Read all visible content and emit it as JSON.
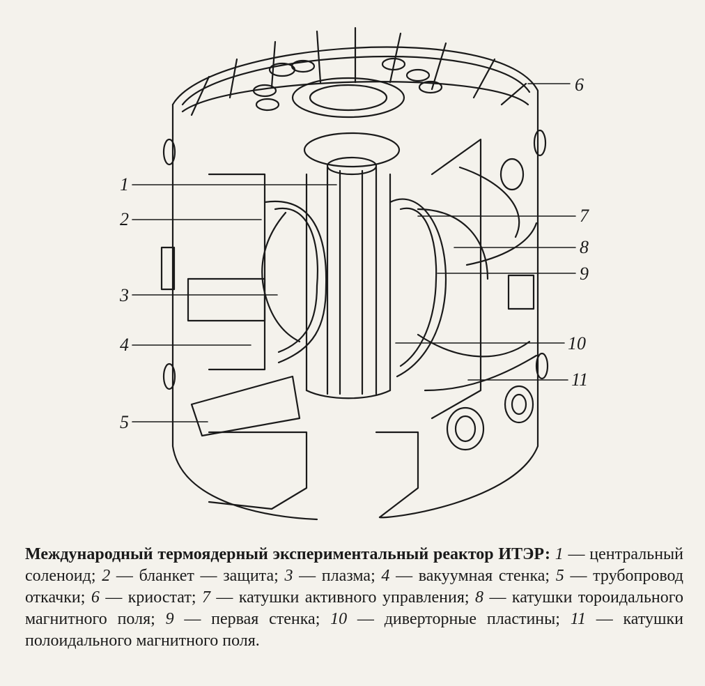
{
  "callouts": {
    "left": [
      "1",
      "2",
      "3",
      "4",
      "5"
    ],
    "right": [
      "6",
      "7",
      "8",
      "9",
      "10",
      "11"
    ]
  },
  "caption": {
    "title": "Международный термоядерный экспериментальный реактор ИТЭР:",
    "items": [
      {
        "num": "1",
        "text": "центральный соленоид;"
      },
      {
        "num": "2",
        "text": "бланкет — защита;"
      },
      {
        "num": "3",
        "text": "плазма;"
      },
      {
        "num": "4",
        "text": "вакуумная стенка;"
      },
      {
        "num": "5",
        "text": "трубопровод откачки;"
      },
      {
        "num": "6",
        "text": "криостат;"
      },
      {
        "num": "7",
        "text": "катушки активного управления;"
      },
      {
        "num": "8",
        "text": "катушки тороидального магнитного поля;"
      },
      {
        "num": "9",
        "text": "первая стенка;"
      },
      {
        "num": "10",
        "text": "диверторные пластины;"
      },
      {
        "num": "11",
        "text": "катушки полоидального магнитного поля."
      }
    ],
    "lines": [
      {
        "n": "1",
        "t": " — центральный соленоид; "
      },
      {
        "n": "2",
        "t": " — бланкет — защита; "
      },
      {
        "n": "3",
        "t": " — плазма; "
      },
      {
        "n": "4",
        "t": " — ва­куумная стенка; "
      },
      {
        "n": "5",
        "t": " — трубопровод откачки; "
      },
      {
        "n": "6",
        "t": " — криостат; "
      },
      {
        "n": "7",
        "t": " — ка­тушки активного управления; "
      },
      {
        "n": "8",
        "t": " — катушки тороидального магнит­ного поля; "
      },
      {
        "n": "9",
        "t": " — первая стенка; "
      },
      {
        "n": "10",
        "t": " — диверторные пластины; "
      },
      {
        "n": "11",
        "t": " — ка­тушки полоидального магнитного поля."
      }
    ]
  },
  "colors": {
    "paper": "#f4f2ec",
    "ink": "#1a1a1a"
  }
}
